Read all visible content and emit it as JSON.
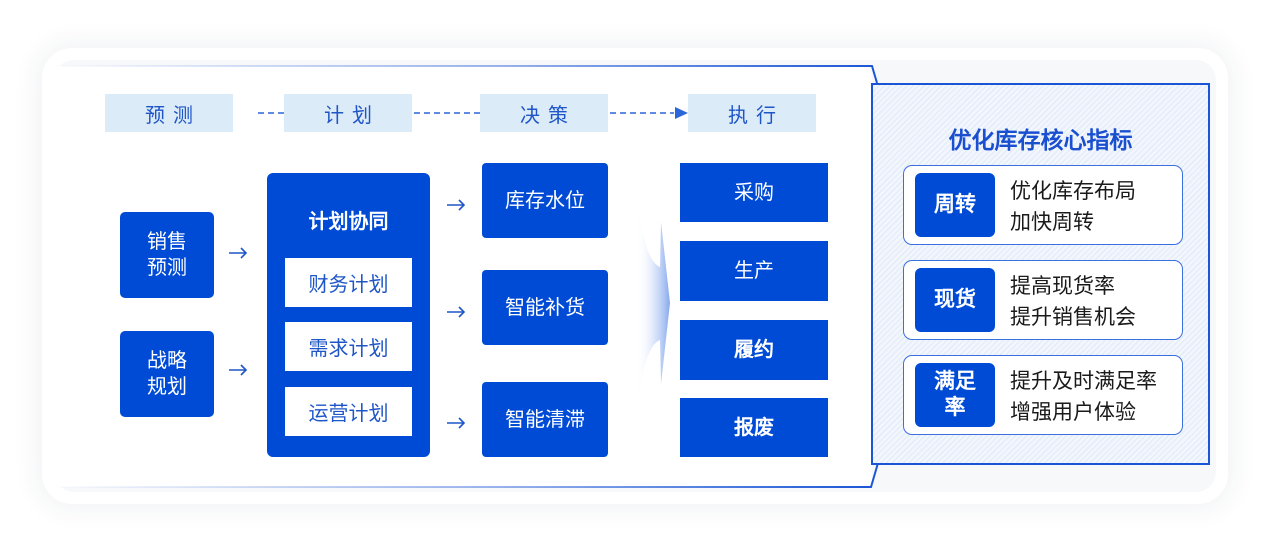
{
  "colors": {
    "primary": "#004bd6",
    "stage_bg": "#dcebf8",
    "stage_text": "#1f56c7",
    "accent_border": "#1a55d6"
  },
  "stages": [
    {
      "label": "预测"
    },
    {
      "label": "计划"
    },
    {
      "label": "决策"
    },
    {
      "label": "执行"
    }
  ],
  "forecast": {
    "items": [
      {
        "lines": [
          "销售",
          "预测"
        ]
      },
      {
        "lines": [
          "战略",
          "规划"
        ]
      }
    ]
  },
  "plan": {
    "title": "计划协同",
    "items": [
      "财务计划",
      "需求计划",
      "运营计划"
    ]
  },
  "decision": {
    "items": [
      "库存水位",
      "智能补货",
      "智能清滞"
    ]
  },
  "execution": {
    "items": [
      "采购",
      "生产",
      "履约",
      "报废"
    ]
  },
  "metrics": {
    "title": "优化库存核心指标",
    "cards": [
      {
        "badge": [
          "周转"
        ],
        "lines": [
          "优化库存布局",
          "加快周转"
        ]
      },
      {
        "badge": [
          "现货"
        ],
        "lines": [
          "提高现货率",
          "提升销售机会"
        ]
      },
      {
        "badge": [
          "满足",
          "率"
        ],
        "lines": [
          "提升及时满足率",
          "增强用户体验"
        ]
      }
    ]
  }
}
